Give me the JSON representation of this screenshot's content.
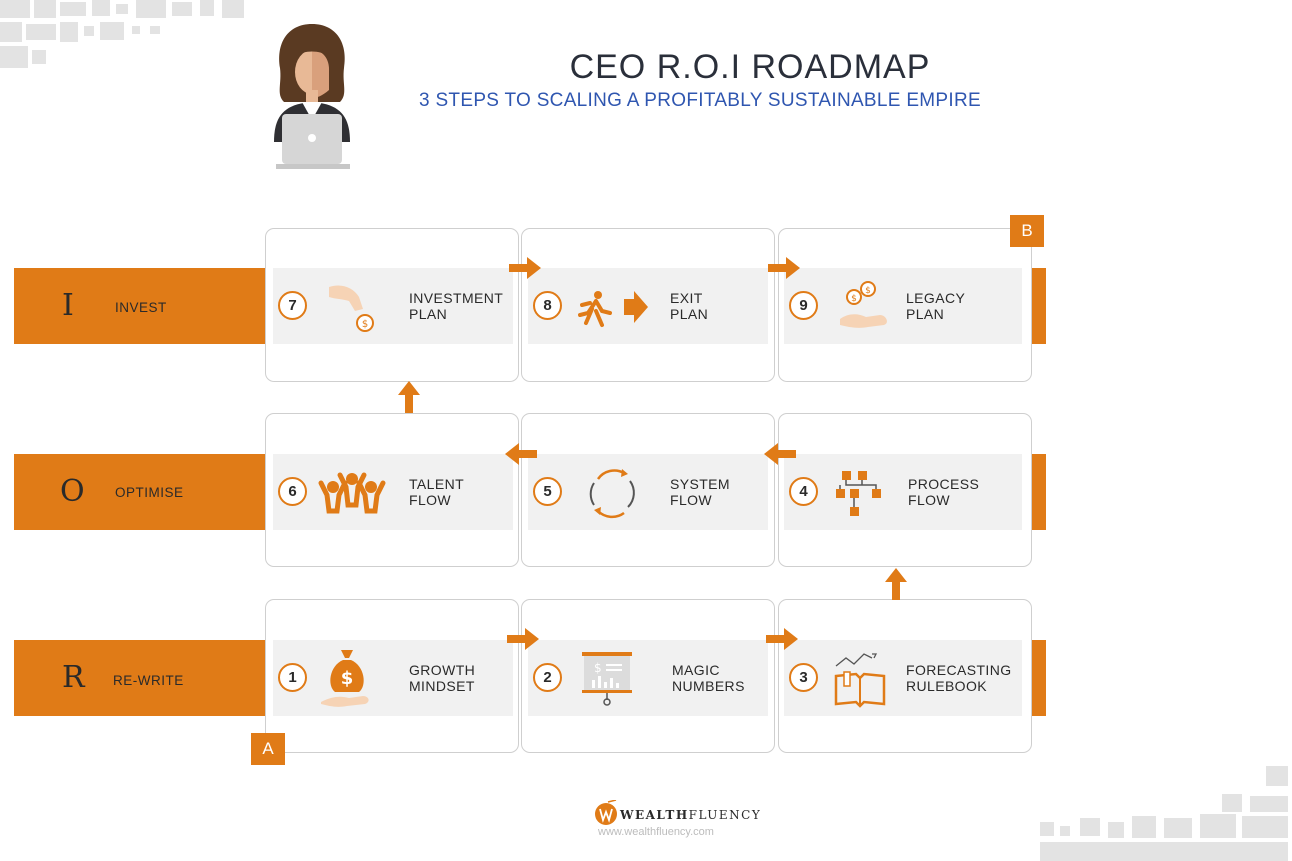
{
  "header": {
    "title": "CEO R.O.I ROADMAP",
    "subtitle": "3 STEPS TO SCALING A PROFITABLY SUSTAINABLE EMPIRE",
    "avatar_icon": "ceo-woman-laptop-icon"
  },
  "rows": [
    {
      "letter": "I",
      "label": "INVEST"
    },
    {
      "letter": "O",
      "label": "OPTIMISE"
    },
    {
      "letter": "R",
      "label": "RE-WRITE"
    }
  ],
  "markers": {
    "start": "A",
    "end": "B"
  },
  "steps": [
    {
      "num": "1",
      "line1": "GROWTH",
      "line2": "MINDSET",
      "icon": "money-bag-hand-icon"
    },
    {
      "num": "2",
      "line1": "MAGIC",
      "line2": "NUMBERS",
      "icon": "presentation-board-icon"
    },
    {
      "num": "3",
      "line1": "FORECASTING",
      "line2": "RULEBOOK",
      "icon": "book-chart-icon"
    },
    {
      "num": "4",
      "line1": "PROCESS",
      "line2": "FLOW",
      "icon": "flowchart-icon"
    },
    {
      "num": "5",
      "line1": "SYSTEM",
      "line2": "FLOW",
      "icon": "cycle-arrows-icon"
    },
    {
      "num": "6",
      "line1": "TALENT",
      "line2": "FLOW",
      "icon": "team-people-icon"
    },
    {
      "num": "7",
      "line1": "INVESTMENT",
      "line2": "PLAN",
      "icon": "coin-hand-icon"
    },
    {
      "num": "8",
      "line1": "EXIT",
      "line2": "PLAN",
      "icon": "running-exit-icon"
    },
    {
      "num": "9",
      "line1": "LEGACY",
      "line2": "PLAN",
      "icon": "coins-hand-icon"
    }
  ],
  "footer": {
    "brand_bold": "WEALTH",
    "brand_light": "FLUENCY",
    "url": "www.wealthfluency.com"
  },
  "colors": {
    "accent": "#e07b17",
    "title": "#2a2f3a",
    "subtitle": "#2f56b0",
    "panel": "#f1f1f1"
  }
}
